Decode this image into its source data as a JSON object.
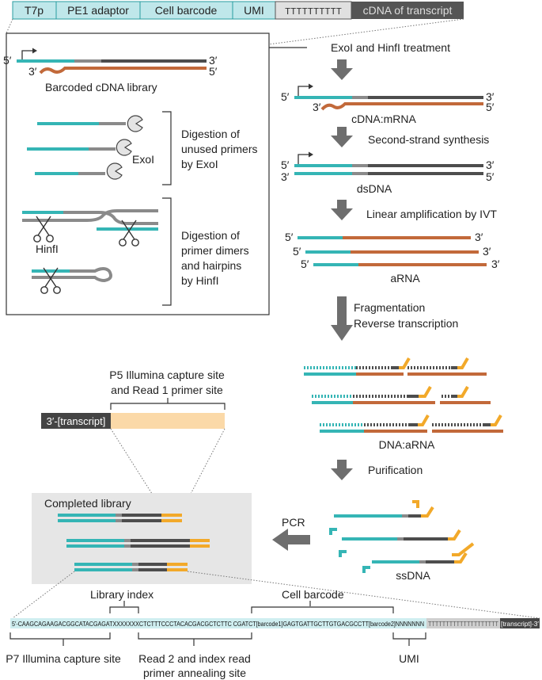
{
  "header_segments": [
    "T7p",
    "PE1 adaptor",
    "Cell barcode",
    "UMI",
    "TTTTTTTTTT",
    "cDNA of transcript"
  ],
  "ends": {
    "five": "5′",
    "three": "3′"
  },
  "left_panel": {
    "library_label": "Barcoded cDNA library",
    "exoi_label": "ExoI",
    "hinfi_label": "HinfI",
    "exo_caption": [
      "Digestion of",
      "unused primers",
      "by ExoI"
    ],
    "hinf_caption": [
      "Digestion of",
      "primer dimers",
      "and hairpins",
      "by HinfI"
    ]
  },
  "steps": {
    "s1": "ExoI and HinfI treatment",
    "s1_product": "cDNA:mRNA",
    "s2": "Second-strand synthesis",
    "s2_product": "dsDNA",
    "s3": "Linear amplification by IVT",
    "s3_product": "aRNA",
    "s4": [
      "Fragmentation",
      "Reverse transcription"
    ],
    "s4_product": "DNA:aRNA",
    "s5": "Purification",
    "s5_product": "ssDNA",
    "s6": "PCR"
  },
  "p5": {
    "title": [
      "P5 Illumina capture site",
      "and Read 1 primer site"
    ],
    "transcript": "3′-[transcript]"
  },
  "completed_library": "Completed library",
  "bottom": {
    "library_index": "Library index",
    "cell_barcode": "Cell barcode",
    "p7": "P7 Illumina capture site",
    "read2": [
      "Read 2 and index read",
      "primer annealing site"
    ],
    "umi": "UMI",
    "sequence_main": "5′-CAAGCAGAAGACGGCATACGAGATXXXXXXXCTCTTTCCCTACACGACGCTCTTC CGATCT[barcode1]GAGTGATTGCTTGTGACGCCTT[barcode2]NNNNNNN",
    "sequence_polyT": "TTTTTTTTTTTTTTTTTTTT",
    "sequence_end": "[transcript]-3′"
  },
  "colors": {
    "teal": "#35b5b5",
    "orange": "#c2693a",
    "dark": "#4d4d4d",
    "grey": "#8a8a8a",
    "yellow": "#f2a92a",
    "light_teal": "#bfe7ea",
    "peach": "#fbd9a8",
    "panel": "#e6e6e6",
    "arrow": "#6e6e6e"
  }
}
